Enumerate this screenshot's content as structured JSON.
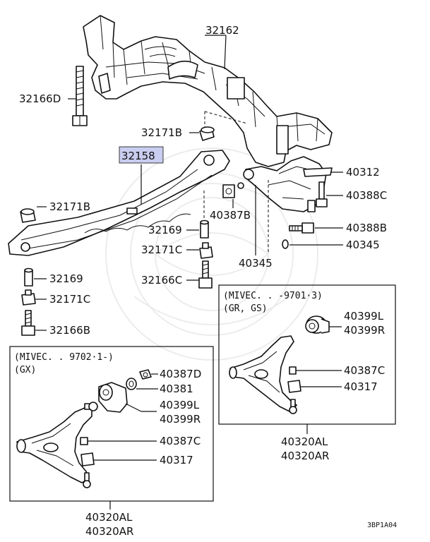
{
  "labels": {
    "p32162": "32162",
    "p32166D": "32166D",
    "p32171B_top": "32171B",
    "p32158": "32158",
    "p40312": "40312",
    "p40388C": "40388C",
    "p32171B_left": "32171B",
    "p40387B": "40387B",
    "p32169_mid": "32169",
    "p40388B": "40388B",
    "p32171C_mid": "32171C",
    "p40345_right": "40345",
    "p40345_bottom": "40345",
    "p32166C": "32166C",
    "p32169_left": "32169",
    "p32171C_left": "32171C",
    "p32166B": "32166B"
  },
  "box_right": {
    "title_line1": "(MIVEC. . -9701·3)",
    "title_line2": "(GR, GS)",
    "p40399L": "40399L",
    "p40399R": "40399R",
    "p40387C": "40387C",
    "p40317": "40317",
    "p40320AL": "40320AL",
    "p40320AR": "40320AR"
  },
  "box_left": {
    "title_line1": "(MIVEC. . 9702·1-)",
    "title_line2": "(GX)",
    "p40387D": "40387D",
    "p40381": "40381",
    "p40399L": "40399L",
    "p40399R": "40399R",
    "p40387C": "40387C",
    "p40317": "40317",
    "p40320AL": "40320AL",
    "p40320AR": "40320AR"
  },
  "diagram_code": "3BP1A04",
  "highlight_color": "#c9cdef"
}
